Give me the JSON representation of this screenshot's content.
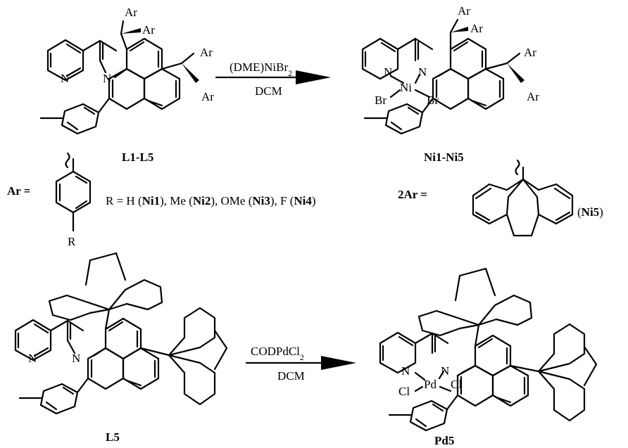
{
  "scheme": {
    "top_reaction": {
      "reagent": "(DME)NiBr",
      "reagent_sub": "2",
      "solvent": "DCM",
      "reactant_label": "L1-L5",
      "product_label": "Ni1-Ni5"
    },
    "ar_definition": {
      "ar_label": "Ar =",
      "r_label": "R",
      "r_prefix": "R = H (",
      "c1": "Ni1",
      "s1": "), Me (",
      "c2": "Ni2",
      "s2": "), OMe  (",
      "c3": "Ni3",
      "s3": "), F (",
      "c4": "Ni4",
      "s4": ")",
      "two_ar_label": "2Ar =",
      "ni5_open": "(",
      "ni5_name": "Ni5",
      "ni5_close": ")"
    },
    "bottom_reaction": {
      "reagent": "CODPdCl",
      "reagent_sub": "2",
      "solvent": "DCM",
      "reactant_label": "L5",
      "product_label": "Pd5"
    },
    "atoms": {
      "ar": "Ar",
      "n": "N",
      "ni": "Ni",
      "pd": "Pd",
      "br": "Br",
      "cl": "Cl"
    }
  }
}
